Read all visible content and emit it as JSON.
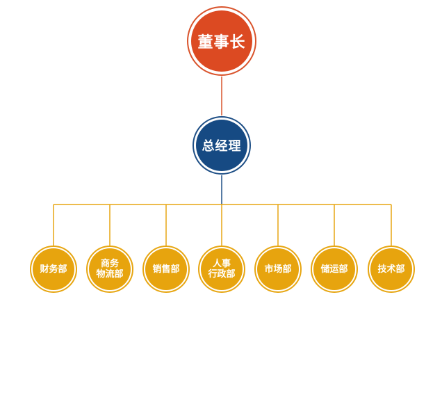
{
  "chairman": {
    "label": "董事长",
    "color": "#dc4a22"
  },
  "general_manager": {
    "label": "总经理",
    "color": "#164a83"
  },
  "departments": [
    {
      "lines": [
        "财务部"
      ]
    },
    {
      "lines": [
        "商务",
        "物流部"
      ]
    },
    {
      "lines": [
        "销售部"
      ]
    },
    {
      "lines": [
        "人事",
        "行政部"
      ]
    },
    {
      "lines": [
        "市场部"
      ]
    },
    {
      "lines": [
        "储运部"
      ]
    },
    {
      "lines": [
        "技术部"
      ]
    }
  ],
  "colors": {
    "chairman": "#dc4a22",
    "general_manager": "#164a83",
    "department": "#e7a40e",
    "connector_top": "#d9532b",
    "connector_mid": "#1e4f86",
    "connector_bottom": "#e7a612"
  }
}
